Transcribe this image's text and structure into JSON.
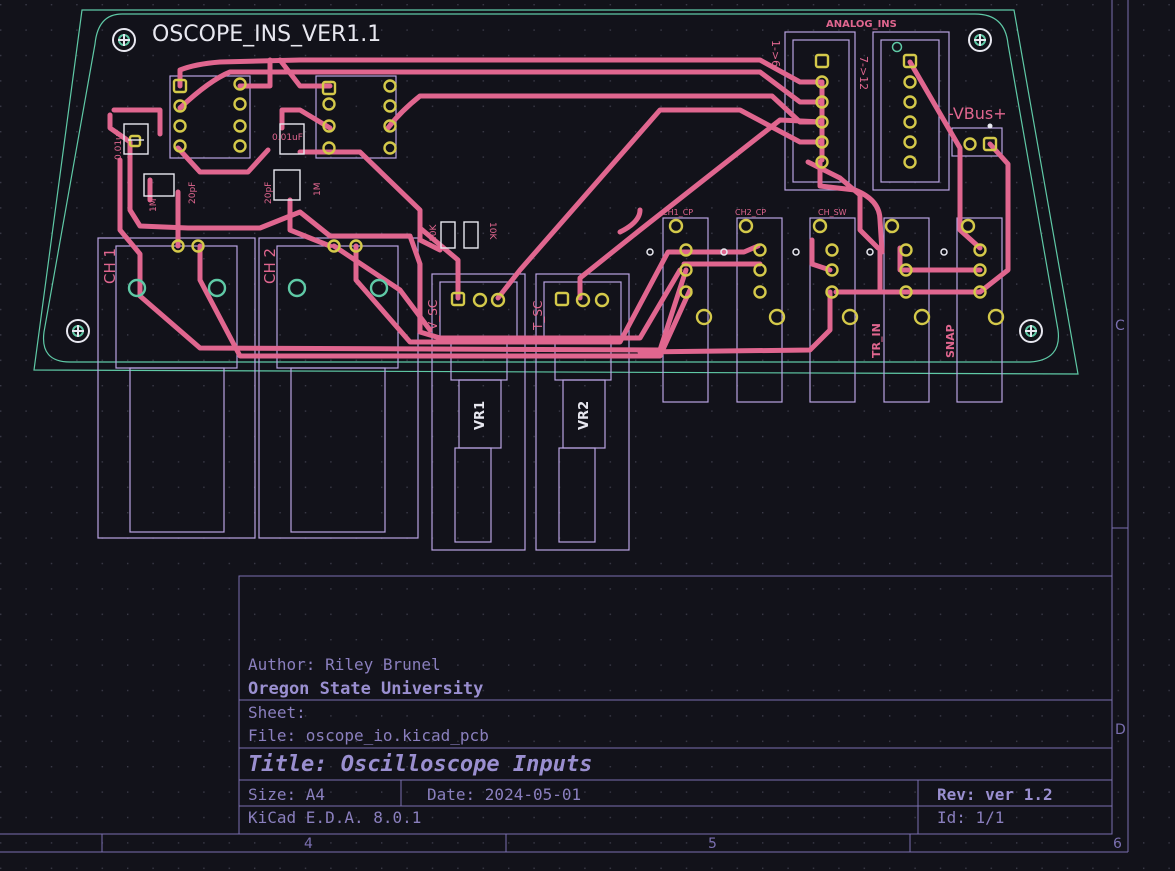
{
  "colors": {
    "background": "#12121a",
    "grid_dot": "#3a3a48",
    "outline": "#5fc9a6",
    "silk": "#e8e8f0",
    "copper": "#e0668f",
    "pad": "#d4c94a",
    "courtyard": "#b9a3e3",
    "frame": "#7a6fb0",
    "tb_text": "#8a7fbe",
    "tb_bold": "#9a8fd0"
  },
  "board": {
    "title": "OSCOPE_INS_VER1.1",
    "vbus": "-VBus+",
    "analog_header": "ANALOG_INS",
    "pin_range_a": "1->6",
    "pin_range_b": "7->12",
    "ch1": "CH 1",
    "ch2": "CH 2",
    "v_sc": "V_SC",
    "t_sc": "T_SC",
    "vr1": "VR1",
    "vr2": "VR2",
    "ch1_cp": "CH1_CP",
    "ch2_cp": "CH2_CP",
    "ch_sw": "CH_SW",
    "tr_in": "TR_IN",
    "snap": "SNAP",
    "cap_a": "0.01uF",
    "cap_b": "0.01uF",
    "res_1m_a": "1M",
    "res_1m_b": "1M",
    "cap_20pf_a": "20pF",
    "cap_20pf_b": "20pF",
    "res_10k_a": "10K",
    "res_10k_b": "10K"
  },
  "title_block": {
    "author": "Author: Riley Brunel",
    "org": "Oregon State University",
    "sheet": "Sheet:",
    "file": "File: oscope_io.kicad_pcb",
    "title": "Title: Oscilloscope Inputs",
    "size": "Size: A4",
    "date": "Date: 2024-05-01",
    "rev": "Rev: ver 1.2",
    "tool": "KiCad E.D.A. 8.0.1",
    "id": "Id: 1/1"
  },
  "frame_marks": {
    "col_4": "4",
    "col_5": "5",
    "col_6": "6",
    "row_c": "C",
    "row_d": "D"
  }
}
